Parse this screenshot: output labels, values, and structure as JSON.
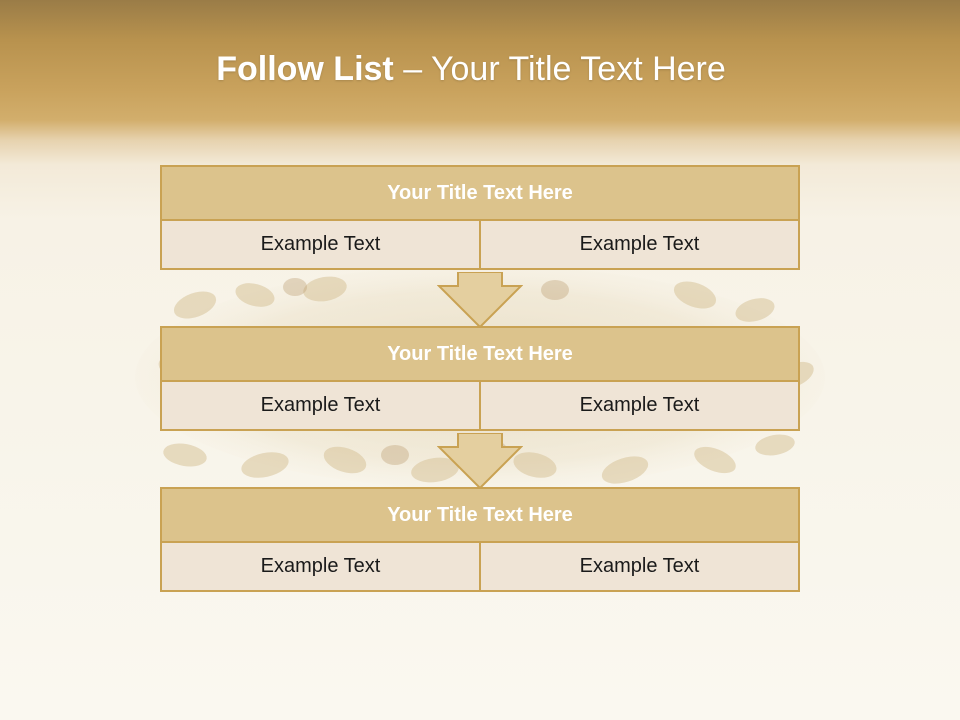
{
  "slide": {
    "title_bold": "Follow List",
    "title_rest": " – Your Title Text Here"
  },
  "blocks": [
    {
      "title": "Your Title Text Here",
      "cells": [
        "Example Text",
        "Example Text"
      ]
    },
    {
      "title": "Your Title Text Here",
      "cells": [
        "Example Text",
        "Example Text"
      ]
    },
    {
      "title": "Your Title Text Here",
      "cells": [
        "Example Text",
        "Example Text"
      ]
    }
  ],
  "colors": {
    "header_band": "#c9a25d",
    "block_title_fill": "#dcc38c",
    "block_cell_fill": "#efe4d6",
    "border": "#c9a253",
    "arrow_fill": "#e4cf9f"
  },
  "icons": [
    "down-arrow-icon",
    "oats-background-image"
  ]
}
